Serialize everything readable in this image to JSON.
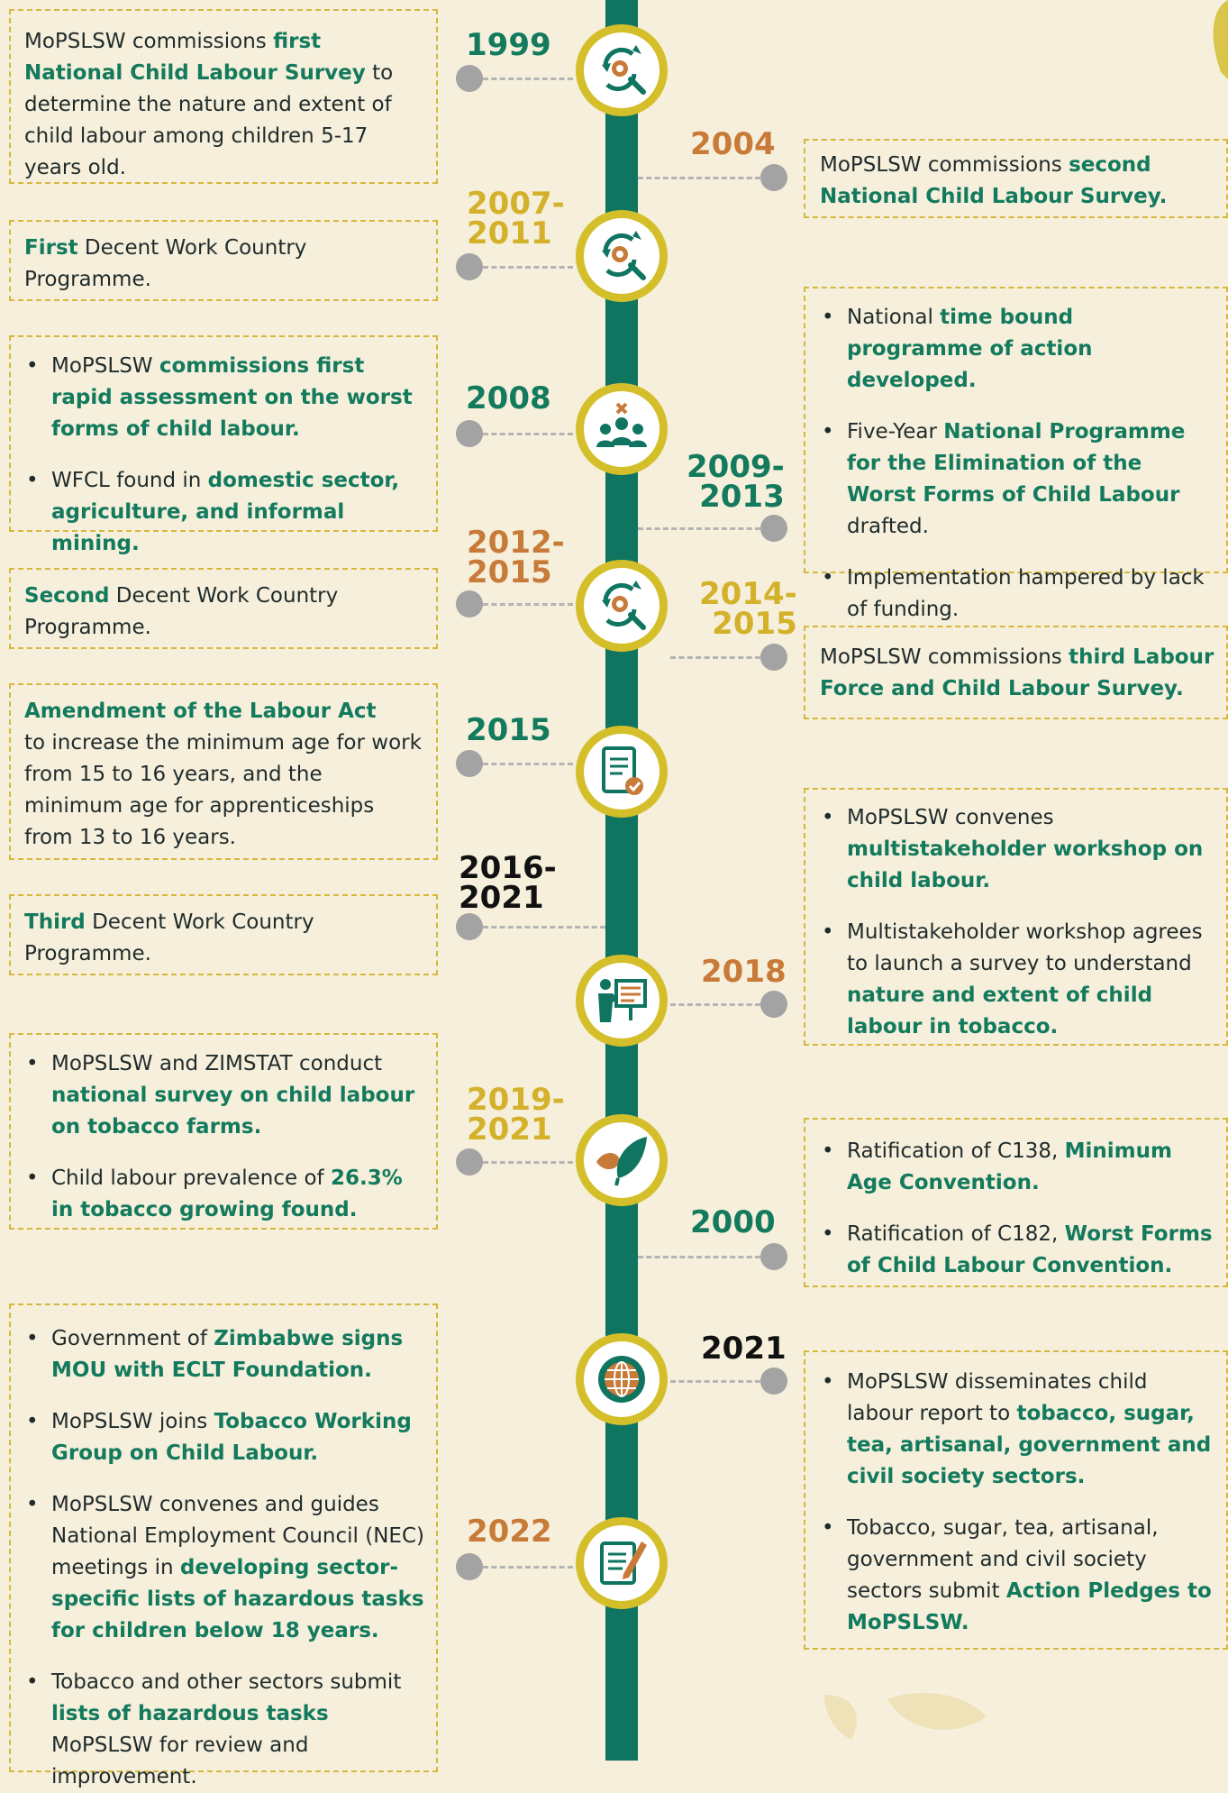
{
  "colors": {
    "background": "#f6efdb",
    "spine": "#0f7460",
    "green": "#137a5e",
    "orange": "#c87a38",
    "yellow": "#d4b12a",
    "ring": "#d4bf2a",
    "dot": "#a3a3a3"
  },
  "years": {
    "y1999": "1999",
    "y2004": "2004",
    "y2007": "2007-\n2011",
    "y2008": "2008",
    "y2009": "2009-\n2013",
    "y2012": "2012-\n2015",
    "y2014": "2014-\n2015",
    "y2015": "2015",
    "y2016": "2016-\n2021",
    "y2018": "2018",
    "y2019": "2019-\n2021",
    "y2000": "2000",
    "y2021": "2021",
    "y2022": "2022"
  },
  "icons": [
    "gear-search-icon",
    "gear-search-icon",
    "people-remove-icon",
    "gear-search-icon",
    "document-check-icon",
    "presentation-icon",
    "leaves-icon",
    "globe-icon",
    "document-pen-icon"
  ],
  "boxes": {
    "b1999": {
      "t1": "MoPSLSW commissions ",
      "h1": "first National Child Labour Survey",
      "t2": " to determine the nature and extent of child labour among children 5-17 years old."
    },
    "b2004": {
      "t1": "MoPSLSW commissions ",
      "h1": "second National Child Labour Survey."
    },
    "b2007": {
      "h1": "First",
      "t1": " Decent Work Country Programme."
    },
    "b2009": {
      "i1": {
        "t1": "National ",
        "h1": "time bound programme of action developed."
      },
      "i2": {
        "t1": "Five-Year ",
        "h1": "National Programme for the Elimination of the Worst Forms of Child Labour",
        "t2": " drafted."
      },
      "i3": {
        "t1": "Implementation hampered by lack of funding."
      }
    },
    "b2008": {
      "i1": {
        "t1": "MoPSLSW ",
        "h1": "commissions first rapid assessment on the worst forms of child labour."
      },
      "i2": {
        "t1": "WFCL found in ",
        "h1": "domestic sector, agriculture, and informal mining."
      }
    },
    "b2012": {
      "h1": "Second",
      "t1": " Decent Work Country Programme."
    },
    "b2014": {
      "t1": "MoPSLSW commissions ",
      "h1": "third Labour Force and Child Labour Survey."
    },
    "b2015": {
      "h1": "Amendment of the Labour Act",
      "t1": "to  increase the minimum age for work from 15 to 16 years, and the minimum age for apprenticeships from 13 to 16 years."
    },
    "b2018": {
      "i1": {
        "t1": "MoPSLSW convenes ",
        "h1": "multistakeholder workshop on child labour."
      },
      "i2": {
        "t1": "Multistakeholder workshop agrees to launch a survey to understand ",
        "h1": "nature and extent of  child labour in tobacco."
      }
    },
    "b2016": {
      "h1": "Third",
      "t1": " Decent Work Country Programme."
    },
    "b2019": {
      "i1": {
        "t1": "MoPSLSW and ZIMSTAT conduct ",
        "h1": "national survey on child labour on tobacco farms."
      },
      "i2": {
        "t1": "Child labour prevalence of ",
        "h1": "26.3% in tobacco growing found."
      }
    },
    "b2000": {
      "i1": {
        "t1": "Ratification of C138, ",
        "h1": "Minimum Age Convention."
      },
      "i2": {
        "t1": "Ratification of C182, ",
        "h1": "Worst Forms of Child Labour Convention."
      }
    },
    "b2022": {
      "i1": {
        "t1": "Government of ",
        "h1": "Zimbabwe signs MOU with ECLT Foundation."
      },
      "i2": {
        "t1": "MoPSLSW joins ",
        "h1": "Tobacco Working Group on Child Labour."
      },
      "i3": {
        "t1": "MoPSLSW convenes and guides National Employment Council (NEC) meetings in ",
        "h1": "developing sector-specific lists of hazardous tasks for children below 18 years."
      },
      "i4": {
        "t1": "Tobacco and other sectors submit ",
        "h1": "lists of hazardous tasks",
        "t2": " MoPSLSW for review and improvement."
      }
    },
    "b2021": {
      "i1": {
        "t1": "MoPSLSW disseminates child labour report to ",
        "h1": "tobacco, sugar, tea, artisanal, government and civil society sectors."
      },
      "i2": {
        "t1": "Tobacco, sugar, tea, artisanal, government and civil society sectors submit ",
        "h1": "Action Pledges to MoPSLSW."
      }
    }
  }
}
